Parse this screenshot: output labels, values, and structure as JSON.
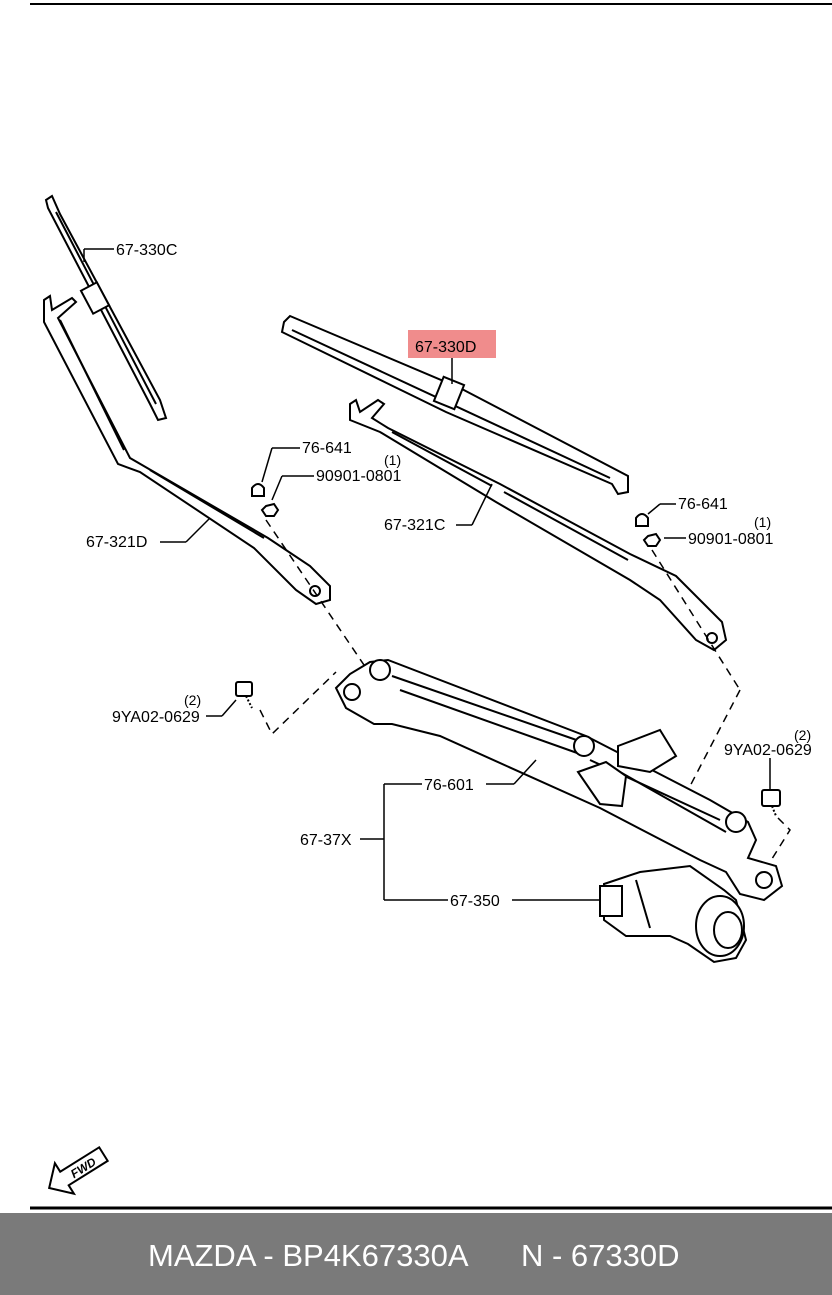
{
  "parts": {
    "blade_left": "67-330C",
    "blade_right": "67-330D",
    "cap_left": "76-641",
    "nut_left": "90901-0801",
    "nut_left_qty": "(1)",
    "arm_left": "67-321D",
    "arm_right": "67-321C",
    "cap_right": "76-641",
    "nut_right": "90901-0801",
    "nut_right_qty": "(1)",
    "bolt_left": "9YA02-0629",
    "bolt_left_qty": "(2)",
    "bolt_right": "9YA02-0629",
    "bolt_right_qty": "(2)",
    "linkage": "76-601",
    "assembly": "67-37X",
    "motor": "67-350"
  },
  "highlight_color": "#f08c8c",
  "fwd_label": "FWD",
  "footer": {
    "left_text": "MAZDA - BP4K67330A",
    "right_text": "N - 67330D"
  }
}
